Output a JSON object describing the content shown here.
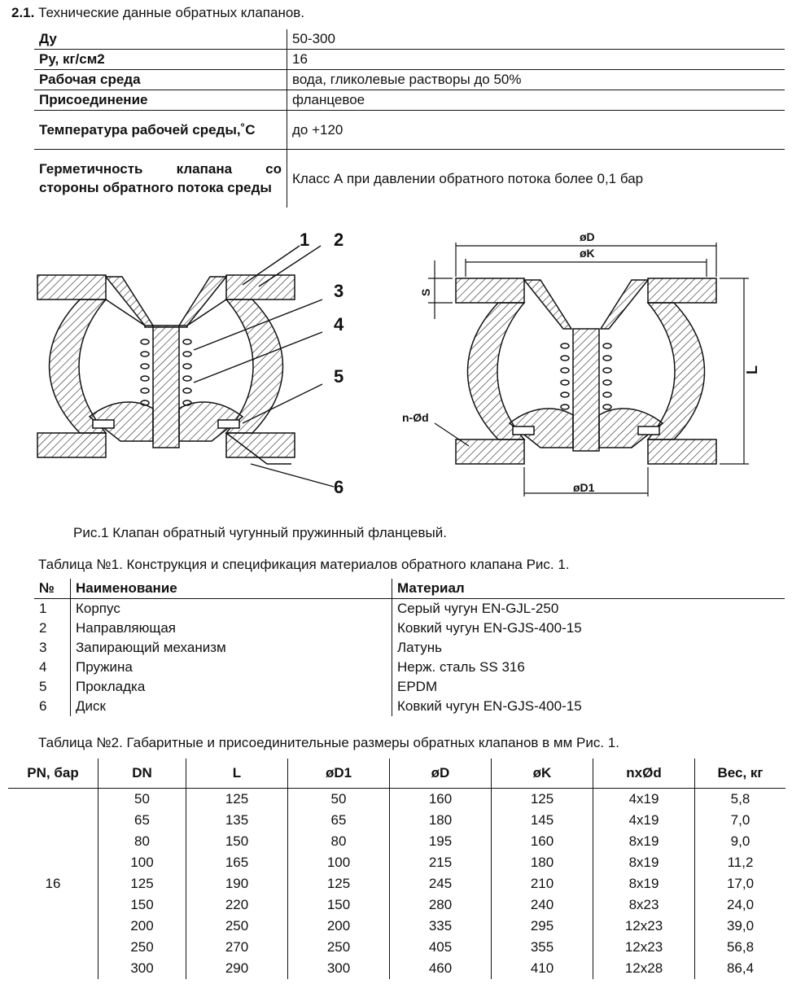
{
  "heading": {
    "number": "2.1.",
    "text": "Технические данные обратных клапанов."
  },
  "spec": [
    {
      "key": "Ду",
      "value": "50-300"
    },
    {
      "key": "Ру, кг/см2",
      "value": "16"
    },
    {
      "key": "Рабочая среда",
      "value": "вода, гликолевые растворы до 50%"
    },
    {
      "key": "Присоединение",
      "value": "фланцевое"
    },
    {
      "key": "Температура рабочей среды,˚С",
      "value": "до +120"
    },
    {
      "key": "Герметичность клапана со стороны обратного потока среды",
      "value": "Класс А при давлении обратного потока более 0,1 бар"
    }
  ],
  "figure": {
    "caption": "Рис.1 Клапан обратный чугунный пружинный фланцевый.",
    "callouts": [
      "1",
      "2",
      "3",
      "4",
      "5",
      "6"
    ],
    "dims": {
      "D": "øD",
      "K": "øK",
      "S": "S",
      "L": "L",
      "nd": "n-Ød",
      "D1": "øD1"
    }
  },
  "table1": {
    "title": "Таблица №1. Конструкция и спецификация материалов обратного клапана Рис. 1.",
    "headers": [
      "№",
      "Наименование",
      "Материал"
    ],
    "rows": [
      [
        "1",
        "Корпус",
        "Серый чугун EN-GJL-250"
      ],
      [
        "2",
        "Направляющая",
        "Ковкий чугун EN-GJS-400-15"
      ],
      [
        "3",
        "Запирающий механизм",
        "Латунь"
      ],
      [
        "4",
        "Пружина",
        "Нерж. сталь SS 316"
      ],
      [
        "5",
        "Прокладка",
        "EPDM"
      ],
      [
        "6",
        "Диск",
        "Ковкий чугун EN-GJS-400-15"
      ]
    ]
  },
  "table2": {
    "title": "Таблица №2. Габаритные и присоединительные размеры обратных клапанов в мм Рис. 1.",
    "headers": [
      "PN, бар",
      "DN",
      "L",
      "øD1",
      "øD",
      "øK",
      "nxØd",
      "Вес, кг"
    ],
    "pn": "16",
    "rows": [
      [
        "50",
        "125",
        "50",
        "160",
        "125",
        "4x19",
        "5,8"
      ],
      [
        "65",
        "135",
        "65",
        "180",
        "145",
        "4x19",
        "7,0"
      ],
      [
        "80",
        "150",
        "80",
        "195",
        "160",
        "8x19",
        "9,0"
      ],
      [
        "100",
        "165",
        "100",
        "215",
        "180",
        "8x19",
        "11,2"
      ],
      [
        "125",
        "190",
        "125",
        "245",
        "210",
        "8x19",
        "17,0"
      ],
      [
        "150",
        "220",
        "150",
        "280",
        "240",
        "8x23",
        "24,0"
      ],
      [
        "200",
        "250",
        "200",
        "335",
        "295",
        "12x23",
        "39,0"
      ],
      [
        "250",
        "270",
        "250",
        "405",
        "355",
        "12x23",
        "56,8"
      ],
      [
        "300",
        "290",
        "300",
        "460",
        "410",
        "12x28",
        "86,4"
      ]
    ]
  }
}
